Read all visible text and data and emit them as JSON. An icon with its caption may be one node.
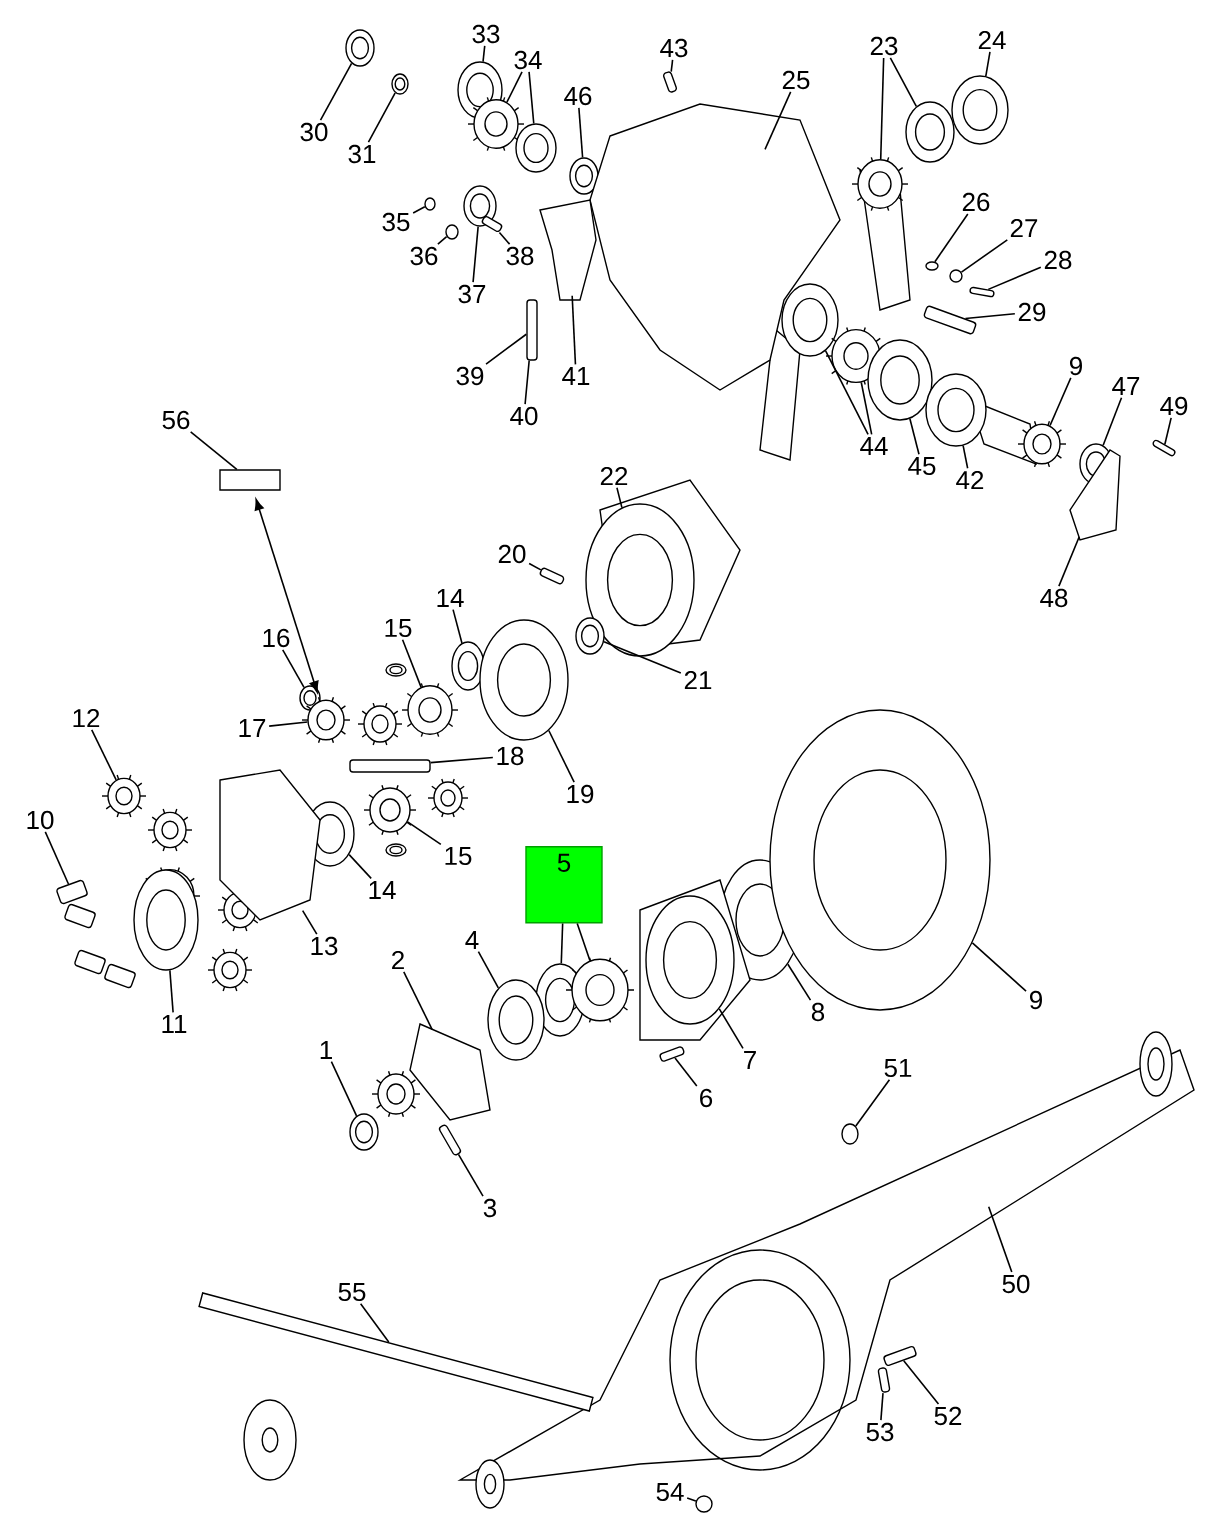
{
  "diagram": {
    "nodes": [
      {
        "text": [
          "30"
        ]
      },
      {
        "text": [
          "31"
        ]
      },
      {
        "text": [
          "33"
        ]
      },
      {
        "text": [
          "34"
        ]
      },
      {
        "text": [
          "46"
        ]
      },
      {
        "text": [
          "43"
        ]
      },
      {
        "text": [
          "25"
        ]
      },
      {
        "text": [
          "23"
        ]
      },
      {
        "text": [
          "24"
        ]
      },
      {
        "text": [
          "35"
        ]
      },
      {
        "text": [
          "36"
        ]
      },
      {
        "text": [
          "37"
        ]
      },
      {
        "text": [
          "38"
        ]
      },
      {
        "text": [
          "26"
        ]
      },
      {
        "text": [
          "27"
        ]
      },
      {
        "text": [
          "28"
        ]
      },
      {
        "text": [
          "29"
        ]
      },
      {
        "text": [
          "39"
        ]
      },
      {
        "text": [
          "41"
        ]
      },
      {
        "text": [
          "40"
        ]
      },
      {
        "text": [
          "9"
        ]
      },
      {
        "text": [
          "47"
        ]
      },
      {
        "text": [
          "49"
        ]
      },
      {
        "text": [
          "44"
        ]
      },
      {
        "text": [
          "45"
        ]
      },
      {
        "text": [
          "42"
        ]
      },
      {
        "text": [
          "48"
        ]
      },
      {
        "text": [
          "56"
        ]
      },
      {
        "text": [
          "22"
        ]
      },
      {
        "text": [
          "20"
        ]
      },
      {
        "text": [
          "14"
        ]
      },
      {
        "text": [
          "15"
        ]
      },
      {
        "text": [
          "16"
        ]
      },
      {
        "text": [
          "21"
        ]
      },
      {
        "text": [
          "12"
        ]
      },
      {
        "text": [
          "17"
        ]
      },
      {
        "text": [
          "18"
        ]
      },
      {
        "text": [
          "19"
        ]
      },
      {
        "text": [
          "10"
        ]
      },
      {
        "text": [
          "15"
        ]
      },
      {
        "text": [
          "14"
        ]
      },
      {
        "text": [
          "5"
        ]
      },
      {
        "text": [
          "13"
        ]
      },
      {
        "text": [
          "4"
        ]
      },
      {
        "text": [
          "2"
        ]
      },
      {
        "text": [
          "8"
        ]
      },
      {
        "text": [
          "9"
        ]
      },
      {
        "text": [
          "11"
        ]
      },
      {
        "text": [
          "7"
        ]
      },
      {
        "text": [
          "1"
        ]
      },
      {
        "text": [
          "6"
        ]
      },
      {
        "text": [
          "51"
        ]
      },
      {
        "text": [
          "3"
        ]
      },
      {
        "text": [
          "50"
        ]
      },
      {
        "text": [
          "55"
        ]
      },
      {
        "text": [
          "52"
        ]
      },
      {
        "text": [
          "53"
        ]
      },
      {
        "text": [
          "54"
        ]
      },
      {
        "text": [],
        "shape": "picture"
      },
      {
        "text": [],
        "shape": "picture"
      },
      {
        "text": [],
        "shape": "picture"
      },
      {
        "text": [],
        "shape": "picture"
      },
      {
        "text": [],
        "shape": "picture"
      },
      {
        "text": [],
        "shape": "picture"
      },
      {
        "text": [],
        "shape": "picture"
      },
      {
        "text": [],
        "shape": "picture"
      },
      {
        "text": [],
        "shape": "picture"
      },
      {
        "text": [],
        "shape": "picture"
      },
      {
        "text": [],
        "shape": "picture"
      },
      {
        "text": [],
        "shape": "circle"
      },
      {
        "text": [],
        "shape": "circle"
      },
      {
        "text": [],
        "shape": "picture"
      },
      {
        "text": [],
        "shape": "picture"
      },
      {
        "text": [],
        "shape": "circle"
      },
      {
        "text": [],
        "shape": "circle"
      },
      {
        "text": [],
        "shape": "picture"
      },
      {
        "text": [],
        "shape": "picture"
      },
      {
        "text": [],
        "shape": "box"
      },
      {
        "text": [],
        "shape": "picture"
      },
      {
        "text": [],
        "shape": "picture"
      },
      {
        "text": [],
        "shape": "picture"
      },
      {
        "text": [],
        "shape": "picture"
      },
      {
        "text": [],
        "shape": "picture"
      },
      {
        "text": [],
        "shape": "picture"
      },
      {
        "text": [],
        "shape": "picture"
      },
      {
        "text": [],
        "shape": "picture"
      },
      {
        "text": [],
        "shape": "picture"
      },
      {
        "text": [],
        "shape": "box"
      },
      {
        "text": [],
        "shape": "picture"
      },
      {
        "text": [],
        "shape": "picture"
      },
      {
        "text": [],
        "shape": "picture"
      },
      {
        "text": [],
        "shape": "picture"
      },
      {
        "text": [],
        "shape": "picture"
      },
      {
        "text": [],
        "shape": "picture"
      },
      {
        "text": [],
        "shape": "picture"
      },
      {
        "text": [],
        "shape": "picture"
      },
      {
        "text": [],
        "shape": "box"
      },
      {
        "text": [],
        "shape": "picture"
      },
      {
        "text": [],
        "shape": "picture"
      },
      {
        "text": [],
        "shape": "picture"
      },
      {
        "text": [],
        "shape": "picture"
      },
      {
        "text": [],
        "shape": "picture"
      },
      {
        "text": [],
        "shape": "picture"
      },
      {
        "text": [],
        "shape": "picture"
      },
      {
        "text": [],
        "shape": "picture"
      },
      {
        "text": [],
        "shape": "picture"
      },
      {
        "text": [],
        "shape": "picture"
      },
      {
        "text": [],
        "shape": "picture"
      },
      {
        "text": [],
        "shape": "picture"
      },
      {
        "text": [],
        "shape": "picture"
      },
      {
        "text": [],
        "shape": "picture"
      },
      {
        "text": [],
        "shape": "picture"
      },
      {
        "text": [],
        "shape": "circle"
      },
      {
        "text": [],
        "shape": "picture"
      },
      {
        "text": [],
        "shape": "picture"
      },
      {
        "text": [],
        "shape": "picture"
      },
      {
        "text": [],
        "shape": "picture"
      },
      {
        "text": [],
        "shape": "picture"
      },
      {
        "text": [],
        "shape": "circle"
      }
    ],
    "edges": [
      {
        "from": 0,
        "to": 58,
        "arrow": "none"
      },
      {
        "from": 1,
        "to": 59,
        "arrow": "none"
      },
      {
        "from": 2,
        "to": 60,
        "arrow": "none"
      },
      {
        "from": 3,
        "to": 61,
        "arrow": "none"
      },
      {
        "from": 3,
        "to": 62,
        "arrow": "none"
      },
      {
        "from": 4,
        "to": 63,
        "arrow": "none"
      },
      {
        "from": 5,
        "to": 64,
        "arrow": "none"
      },
      {
        "from": 6,
        "to": 65,
        "arrow": "none"
      },
      {
        "from": 7,
        "to": 66,
        "arrow": "none"
      },
      {
        "from": 7,
        "to": 67,
        "arrow": "none"
      },
      {
        "from": 8,
        "to": 68,
        "arrow": "none"
      },
      {
        "from": 9,
        "to": 69,
        "arrow": "none"
      },
      {
        "from": 10,
        "to": 70,
        "arrow": "none"
      },
      {
        "from": 11,
        "to": 71,
        "arrow": "none"
      },
      {
        "from": 12,
        "to": 72,
        "arrow": "none"
      },
      {
        "from": 13,
        "to": 73,
        "arrow": "none"
      },
      {
        "from": 14,
        "to": 74,
        "arrow": "none"
      },
      {
        "from": 15,
        "to": 75,
        "arrow": "none"
      },
      {
        "from": 16,
        "to": 76,
        "arrow": "none"
      },
      {
        "from": 17,
        "to": 77,
        "arrow": "none"
      },
      {
        "from": 18,
        "to": 78,
        "arrow": "none"
      },
      {
        "from": 19,
        "to": 77,
        "arrow": "none"
      },
      {
        "from": 20,
        "to": 79,
        "arrow": "none"
      },
      {
        "from": 21,
        "to": 80,
        "arrow": "none"
      },
      {
        "from": 22,
        "to": 81,
        "arrow": "none"
      },
      {
        "from": 23,
        "to": 82,
        "arrow": "none"
      },
      {
        "from": 23,
        "to": 83,
        "arrow": "none"
      },
      {
        "from": 24,
        "to": 84,
        "arrow": "none"
      },
      {
        "from": 25,
        "to": 85,
        "arrow": "none"
      },
      {
        "from": 26,
        "to": 86,
        "arrow": "none"
      },
      {
        "from": 27,
        "to": 87,
        "arrow": "none"
      },
      {
        "from": 28,
        "to": 88,
        "arrow": "none"
      },
      {
        "from": 29,
        "to": 89,
        "arrow": "none"
      },
      {
        "from": 30,
        "to": 90,
        "arrow": "none"
      },
      {
        "from": 31,
        "to": 91,
        "arrow": "none"
      },
      {
        "from": 32,
        "to": 92,
        "arrow": "none"
      },
      {
        "from": 33,
        "to": 93,
        "arrow": "none"
      },
      {
        "from": 34,
        "to": 94,
        "arrow": "none"
      },
      {
        "from": 35,
        "to": 95,
        "arrow": "none"
      },
      {
        "from": 36,
        "to": 96,
        "arrow": "none"
      },
      {
        "from": 37,
        "to": 97,
        "arrow": "none"
      },
      {
        "from": 38,
        "to": 98,
        "arrow": "none"
      },
      {
        "from": 39,
        "to": 99,
        "arrow": "none"
      },
      {
        "from": 40,
        "to": 100,
        "arrow": "none"
      },
      {
        "from": 41,
        "to": 101,
        "arrow": "none"
      },
      {
        "from": 41,
        "to": 102,
        "arrow": "none"
      },
      {
        "from": 42,
        "to": 103,
        "arrow": "none"
      },
      {
        "from": 43,
        "to": 104,
        "arrow": "none"
      },
      {
        "from": 44,
        "to": 105,
        "arrow": "none"
      },
      {
        "from": 45,
        "to": 106,
        "arrow": "none"
      },
      {
        "from": 46,
        "to": 107,
        "arrow": "none"
      },
      {
        "from": 47,
        "to": 108,
        "arrow": "none"
      },
      {
        "from": 48,
        "to": 109,
        "arrow": "none"
      },
      {
        "from": 49,
        "to": 110,
        "arrow": "none"
      },
      {
        "from": 50,
        "to": 111,
        "arrow": "none"
      },
      {
        "from": 51,
        "to": 112,
        "arrow": "none"
      },
      {
        "from": 52,
        "to": 113,
        "arrow": "none"
      },
      {
        "from": 53,
        "to": 114,
        "arrow": "none"
      },
      {
        "from": 54,
        "to": 115,
        "arrow": "none"
      },
      {
        "from": 55,
        "to": 116,
        "arrow": "none"
      },
      {
        "from": 56,
        "to": 117,
        "arrow": "none"
      },
      {
        "from": 57,
        "to": 118,
        "arrow": "none"
      },
      {
        "from": 87,
        "to": 95,
        "arrow": "both"
      }
    ]
  }
}
